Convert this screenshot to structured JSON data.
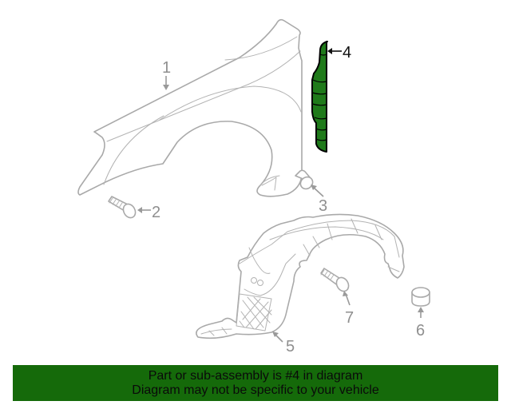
{
  "diagram": {
    "title": "Fender & Components diagram",
    "highlight_color": "#1f7a1a",
    "line_color": "#a9a9a9",
    "callouts": [
      {
        "id": "1",
        "label": "1",
        "part": "fender"
      },
      {
        "id": "2",
        "label": "2",
        "part": "bolt"
      },
      {
        "id": "3",
        "label": "3",
        "part": "clip"
      },
      {
        "id": "4",
        "label": "4",
        "part": "fender-insulator",
        "highlighted": true
      },
      {
        "id": "5",
        "label": "5",
        "part": "fender-liner"
      },
      {
        "id": "6",
        "label": "6",
        "part": "cap"
      },
      {
        "id": "7",
        "label": "7",
        "part": "screw"
      }
    ]
  },
  "banner": {
    "background": "#156a0a",
    "line1": "Part or sub-assembly is #4 in diagram",
    "line2": "Diagram may not be specific to your vehicle"
  }
}
